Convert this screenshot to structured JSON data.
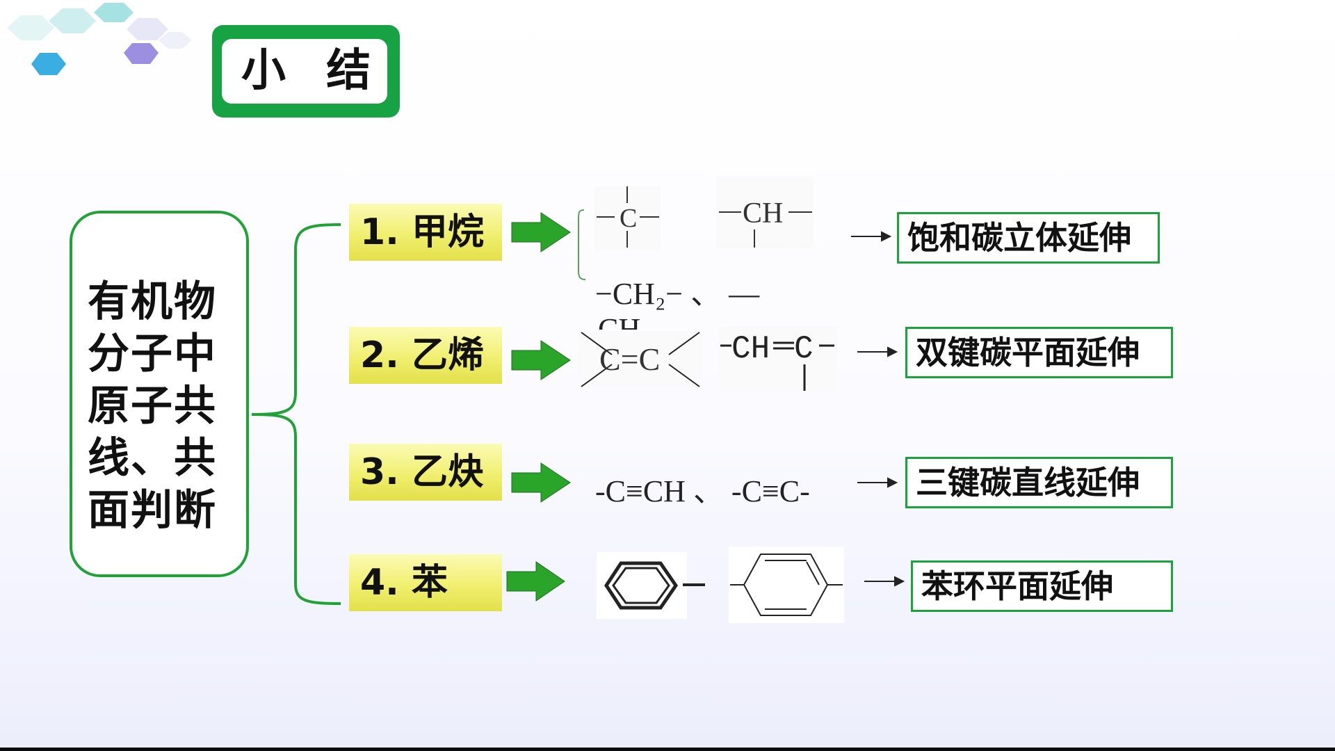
{
  "title": "小 结",
  "main_box_lines": [
    "有机物",
    "分子中",
    "原子共",
    "线、共",
    "面判断"
  ],
  "rows": [
    {
      "label": "1. 甲烷",
      "result": "饱和碳立体延伸",
      "formula_text": "−CH₂− 、 —",
      "cut_text": "CH"
    },
    {
      "label": "2. 乙烯",
      "result": "双键碳平面延伸"
    },
    {
      "label": "3. 乙炔",
      "result": "三键碳直线延伸",
      "formula_text": "-C≡CH 、 -C≡C-"
    },
    {
      "label": "4. 苯",
      "result": "苯环平面延伸"
    }
  ],
  "structures": {
    "methane_carbon": "C",
    "methine": "CH",
    "ethene": "C=C",
    "propene_ch": "CH",
    "propene_c": "C"
  },
  "colors": {
    "green": "#17a344",
    "arrow_green": "#2aa52a",
    "label_yellow": "#f1ef70"
  }
}
